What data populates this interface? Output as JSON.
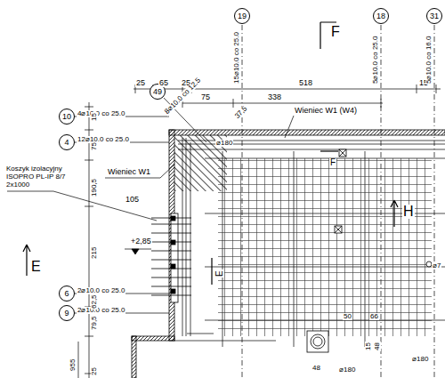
{
  "diagram": {
    "nodes": [
      {
        "text": [
          "19"
        ]
      },
      {
        "text": [
          "18"
        ]
      },
      {
        "text": [
          "31"
        ]
      },
      {
        "text": [
          "49"
        ]
      },
      {
        "text": [
          "10"
        ]
      },
      {
        "text": [
          "4"
        ]
      },
      {
        "text": [
          "6"
        ]
      },
      {
        "text": [
          "9"
        ]
      }
    ],
    "labels": [
      "F",
      "25",
      "65",
      "25",
      "518",
      "15",
      "75",
      "338",
      "37,5",
      "Wieniec W1 (W4)",
      "15⌀10.0 co 25.0",
      "5⌀10.0 co 25.0",
      "5⌀10.0 co 16.0",
      "8⌀10.0 co 12.5",
      "4⌀10.0 co 25.0",
      "12⌀10.0 co 25.0",
      "2⌀10.0 co 25.0",
      "2⌀10.0 co 25.0",
      "15",
      "75",
      "190,5",
      "215",
      "62,5",
      "79,5",
      "955",
      "25",
      "Wieniec W1",
      "105",
      "Koszyk izolacyjny ISOPRO PL-IP 8/7 2x1000",
      "+2,85",
      "E",
      "E",
      "F",
      "H",
      "⌀180",
      "50",
      "66",
      "⌀180",
      "48",
      "15",
      "48",
      "⌀180",
      "⌀7"
    ]
  }
}
